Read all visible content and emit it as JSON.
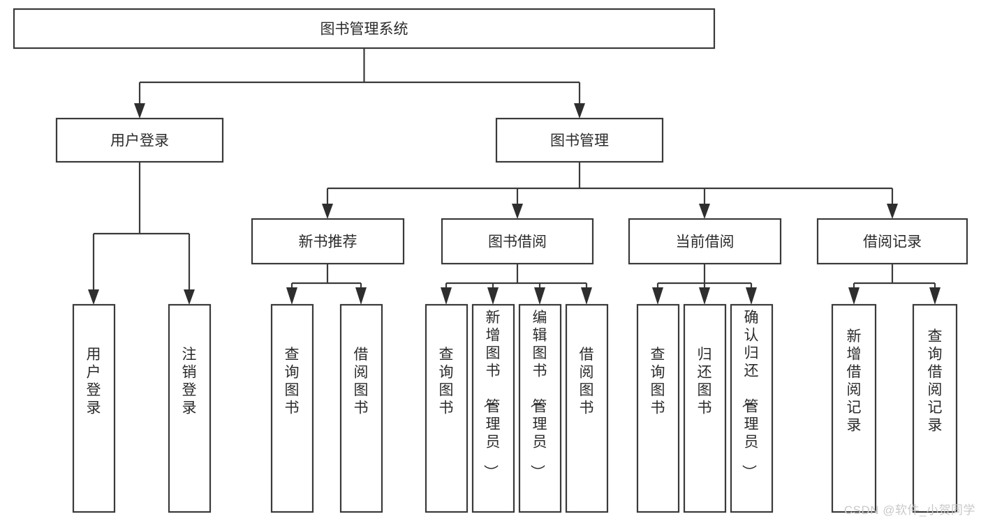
{
  "diagram": {
    "type": "tree-hierarchy-diagram",
    "orientation": "top-down",
    "root": {
      "id": "root",
      "label": "图书管理系统"
    },
    "level1": [
      {
        "id": "login",
        "label": "用户登录"
      },
      {
        "id": "bookmgmt",
        "label": "图书管理"
      }
    ],
    "level2": [
      {
        "id": "newbook",
        "label": "新书推荐",
        "parent": "bookmgmt"
      },
      {
        "id": "borrow",
        "label": "图书借阅",
        "parent": "bookmgmt"
      },
      {
        "id": "current",
        "label": "当前借阅",
        "parent": "bookmgmt"
      },
      {
        "id": "records",
        "label": "借阅记录",
        "parent": "bookmgmt"
      }
    ],
    "leaves": [
      {
        "id": "leaf-1",
        "parent": "login",
        "label": "用户登录"
      },
      {
        "id": "leaf-2",
        "parent": "login",
        "label": "注销登录"
      },
      {
        "id": "leaf-3",
        "parent": "newbook",
        "label": "查询图书"
      },
      {
        "id": "leaf-4",
        "parent": "newbook",
        "label": "借阅图书"
      },
      {
        "id": "leaf-5",
        "parent": "borrow",
        "label": "查询图书"
      },
      {
        "id": "leaf-6",
        "parent": "borrow",
        "label": "新增图书（管理员）"
      },
      {
        "id": "leaf-7",
        "parent": "borrow",
        "label": "编辑图书（管理员）"
      },
      {
        "id": "leaf-8",
        "parent": "borrow",
        "label": "借阅图书"
      },
      {
        "id": "leaf-9",
        "parent": "current",
        "label": "查询图书"
      },
      {
        "id": "leaf-10",
        "parent": "current",
        "label": "归还图书"
      },
      {
        "id": "leaf-11",
        "parent": "current",
        "label": "确认归还（管理员）"
      },
      {
        "id": "leaf-12",
        "parent": "records",
        "label": "新增借阅记录"
      },
      {
        "id": "leaf-13",
        "parent": "records",
        "label": "查询借阅记录"
      }
    ],
    "colors": {
      "box_stroke": "#3a3a3a",
      "box_fill": "#ffffff",
      "text": "#2b2b2b",
      "connector": "#3a3a3a",
      "background": "#ffffff",
      "watermark": "#c9c9c9"
    }
  },
  "watermark": {
    "text": "CSDN @软件_小贺同学"
  }
}
